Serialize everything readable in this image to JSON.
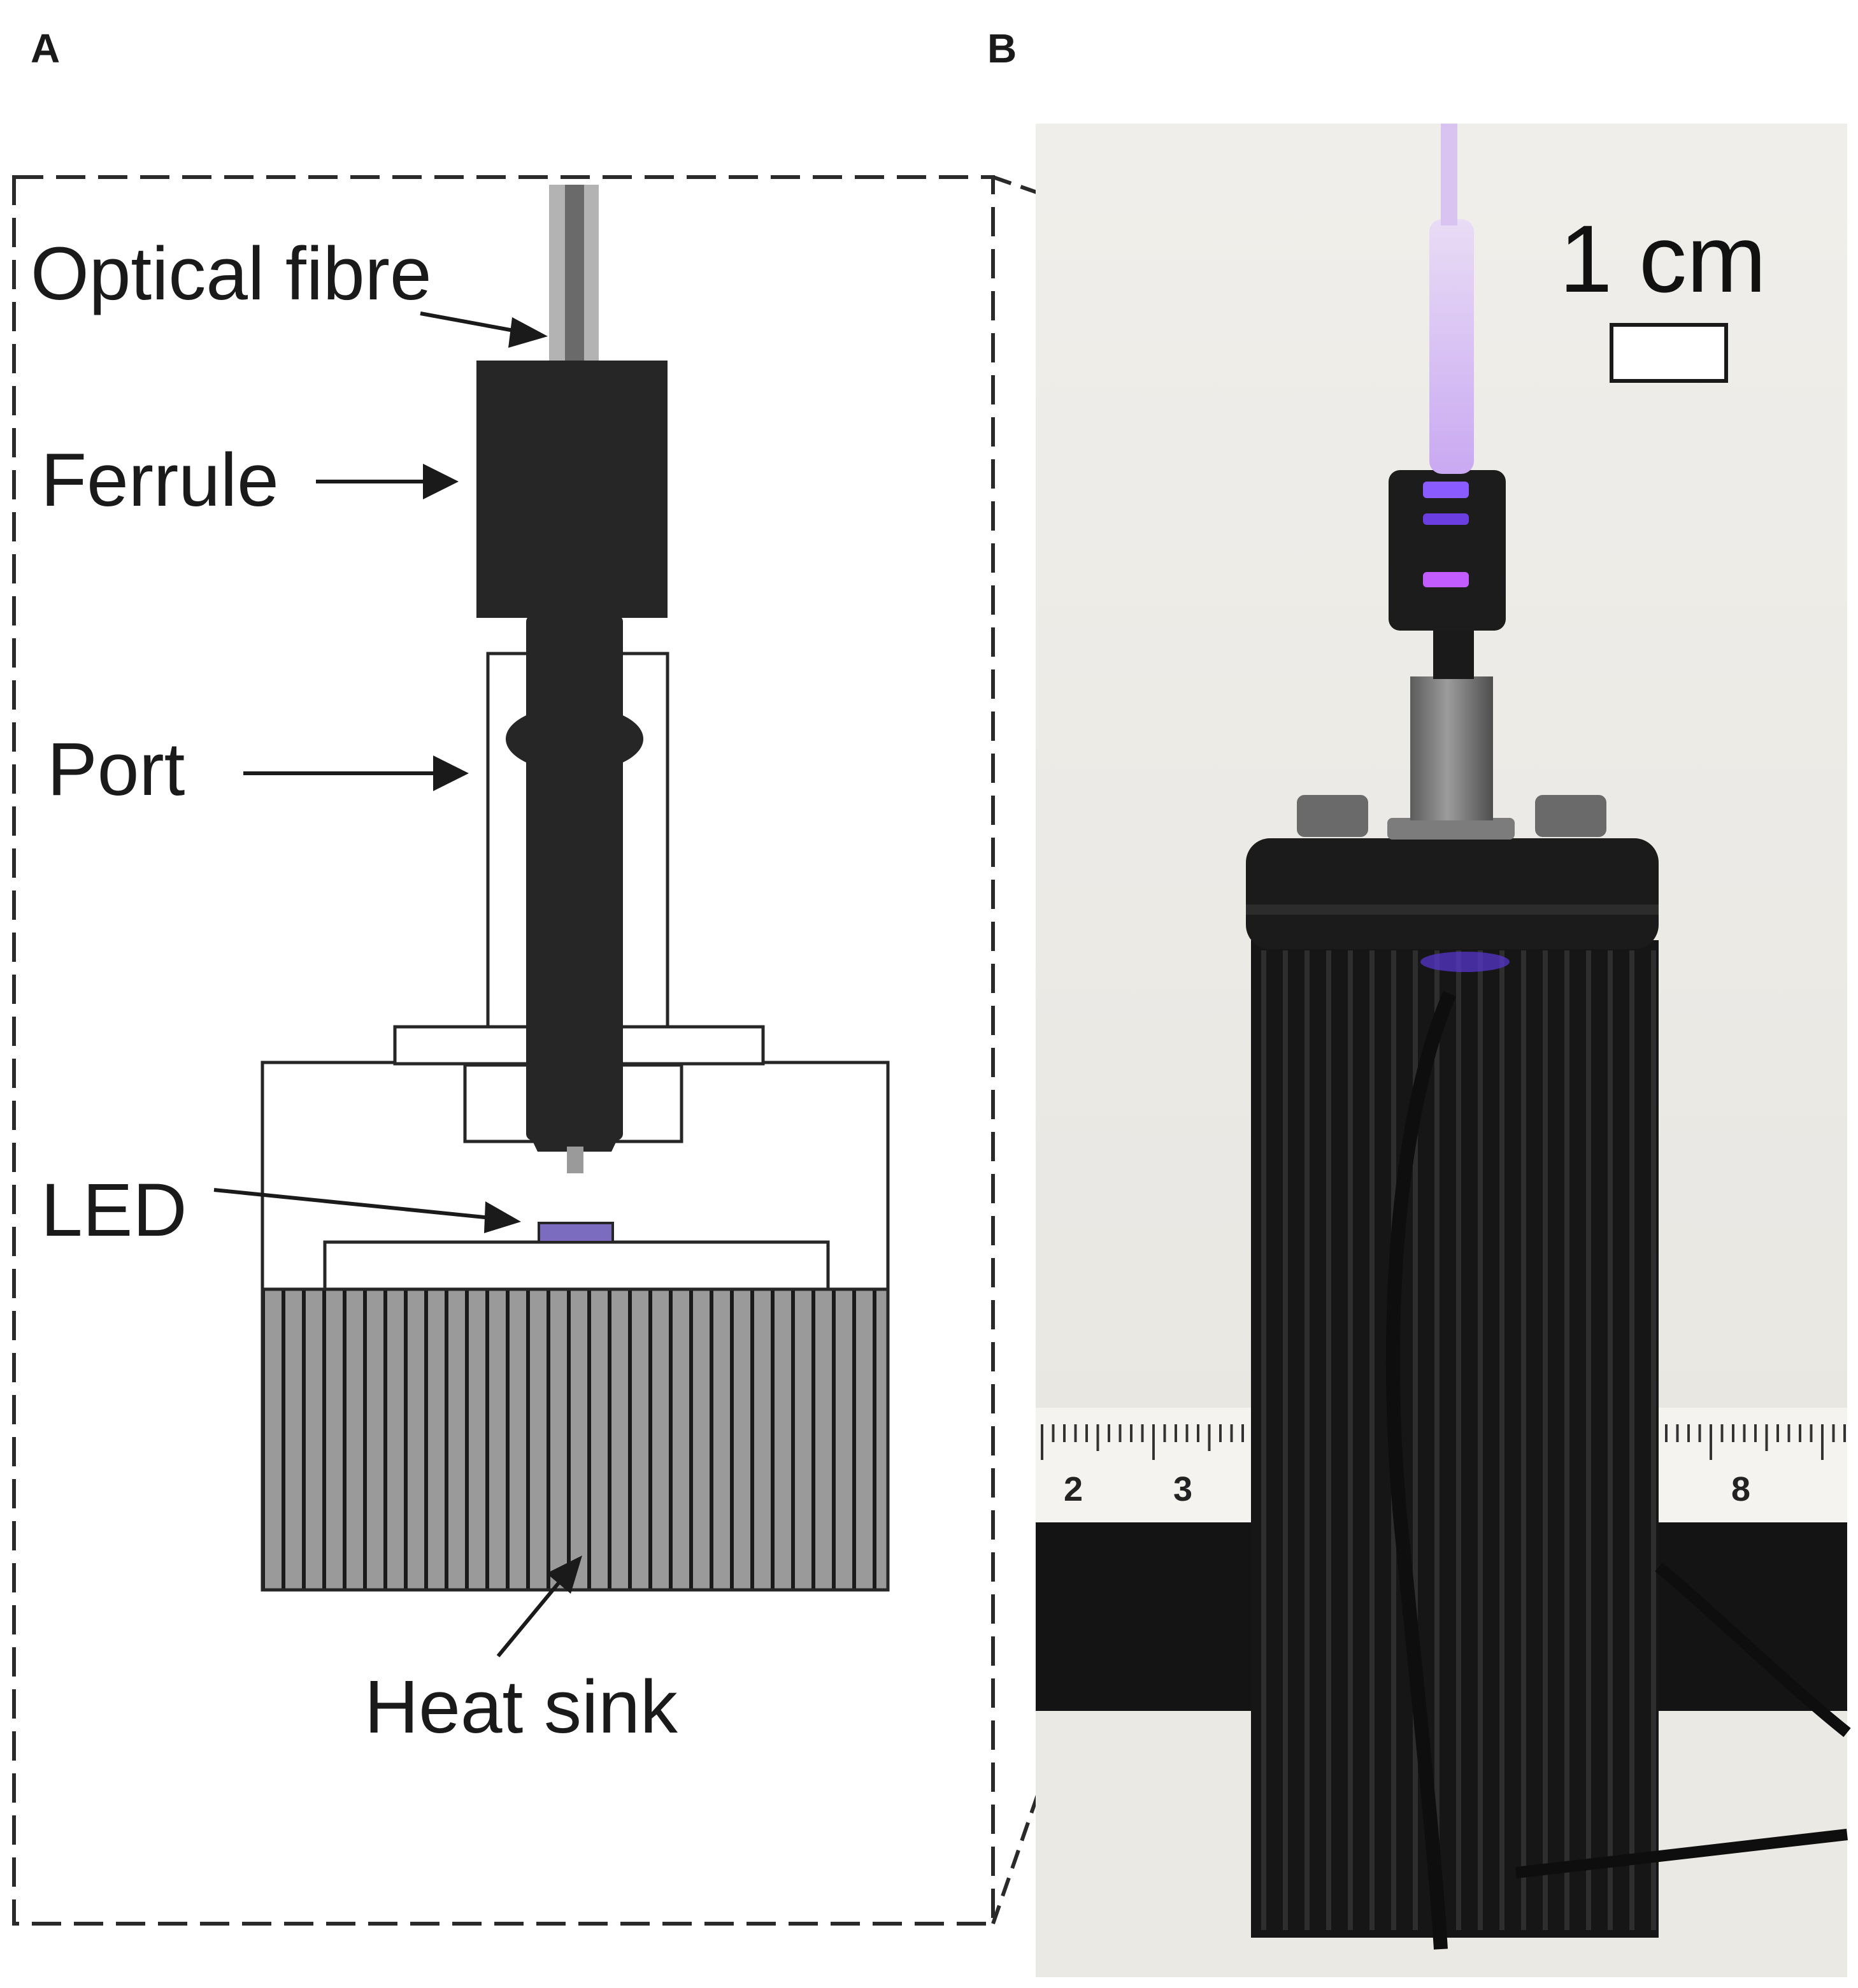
{
  "panels": {
    "a_letter": "A",
    "b_letter": "B"
  },
  "labels": {
    "optical_fibre": "Optical fibre",
    "ferrule": "Ferrule",
    "port": "Port",
    "led": "LED",
    "heat_sink": "Heat sink"
  },
  "photo": {
    "scale_bar_label": "1 cm",
    "ruler_numbers": [
      "2",
      "3",
      "8"
    ]
  },
  "colors": {
    "dark": "#262626",
    "heat_sink_fill": "#9a9a9a",
    "led_fill": "#7b6cc0",
    "fibre_light": "#b3b3b3",
    "fibre_dark": "#6a6a6a",
    "uv_glow": "#8a5cff"
  }
}
